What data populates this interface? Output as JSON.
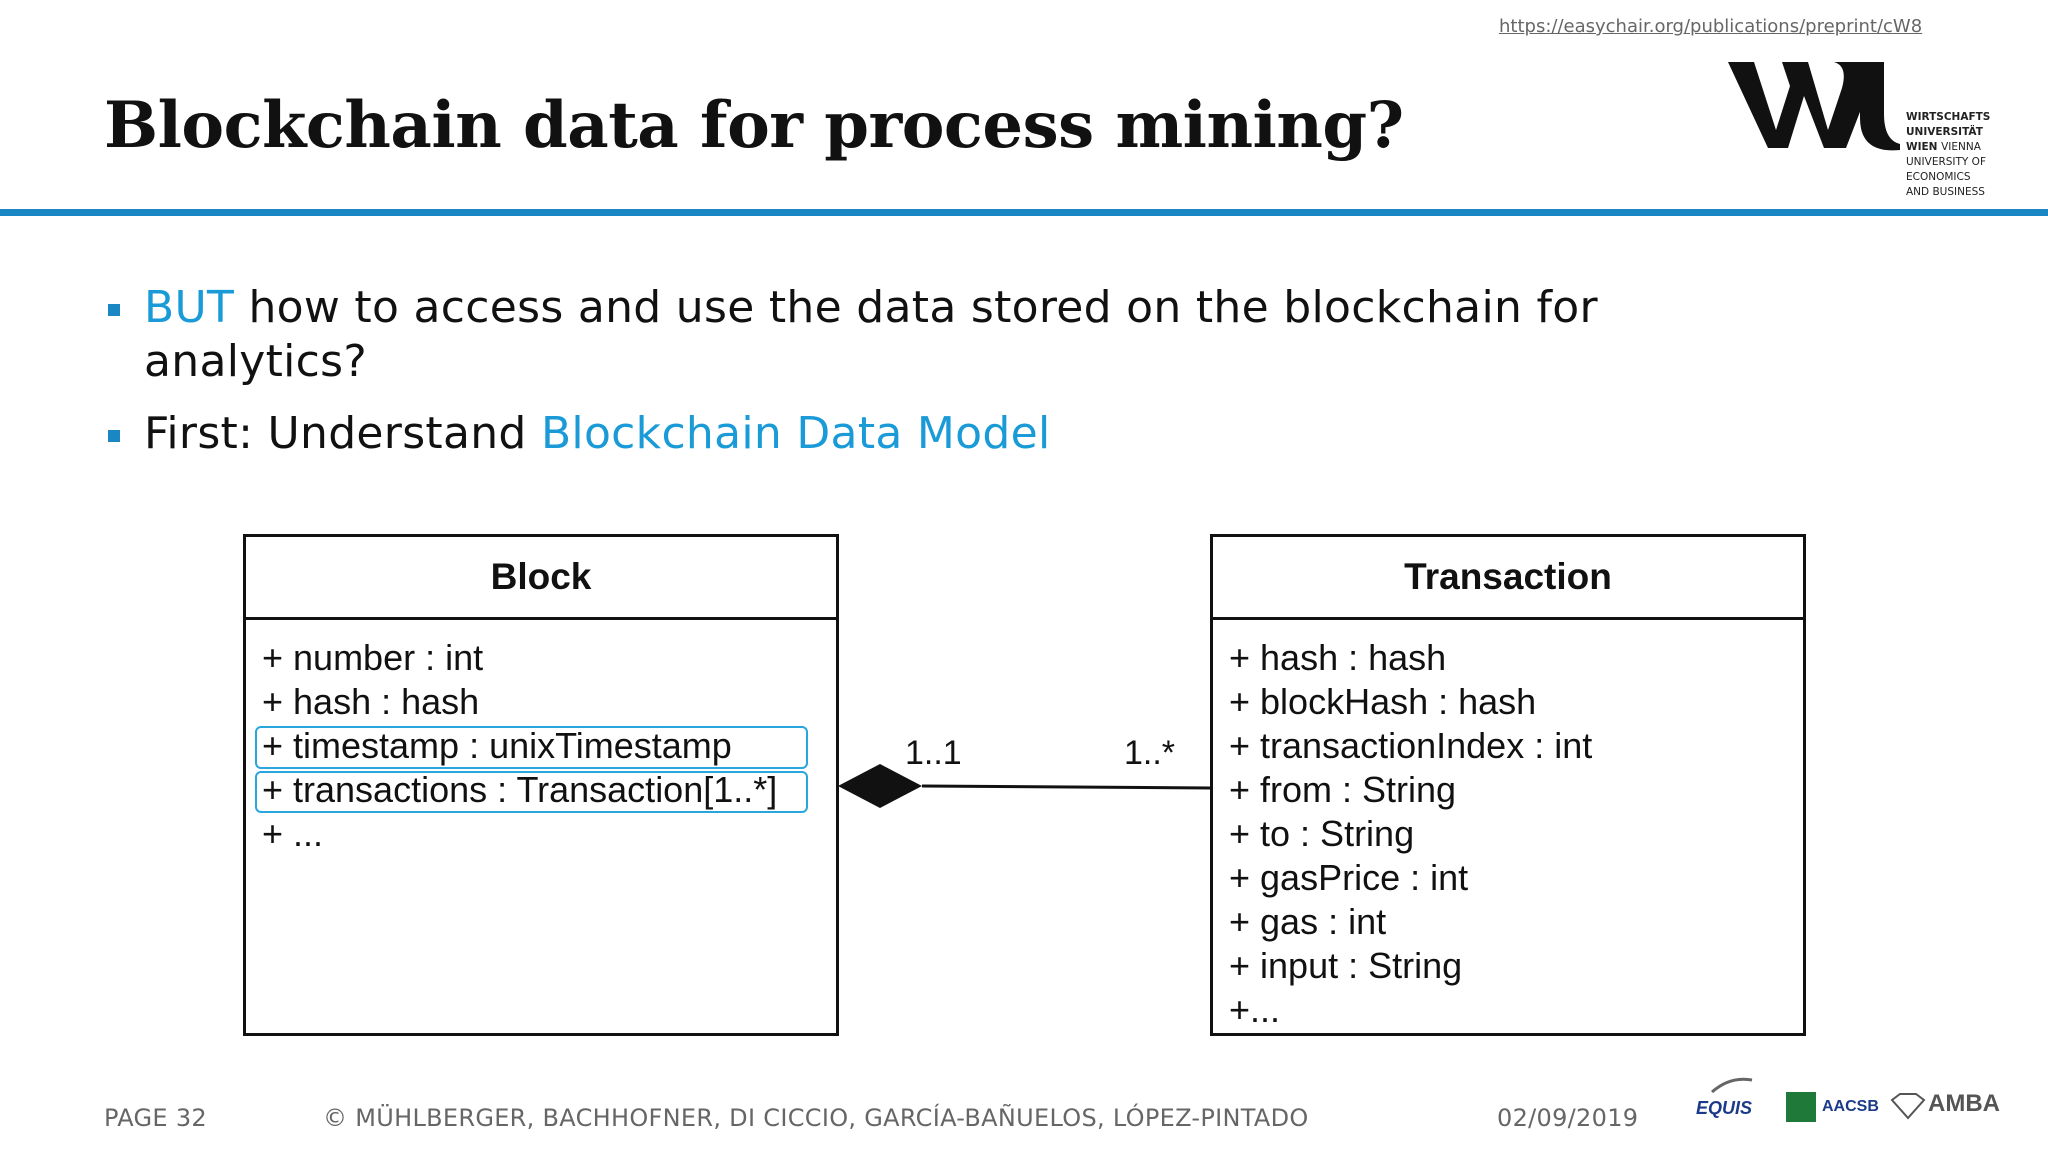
{
  "header": {
    "url": "https://easychair.org/publications/preprint/cW8",
    "title": "Blockchain data for process mining?",
    "logo": {
      "mark": "WU",
      "lines": [
        "WIRTSCHAFTS",
        "UNIVERSITÄT",
        "WIEN",
        "VIENNA",
        "UNIVERSITY OF",
        "ECONOMICS",
        "AND BUSINESS"
      ]
    }
  },
  "bullets": [
    {
      "accent": "BUT",
      "rest": " how to access and use the data stored on the blockchain for",
      "cont": "analytics?"
    },
    {
      "plain": "First: Understand ",
      "accent": "Blockchain Data Model"
    }
  ],
  "diagram": {
    "block": {
      "name": "Block",
      "attrs": [
        "+ number : int",
        "+ hash : hash",
        "+ timestamp : unixTimestamp",
        "+ transactions : Transaction[1..*]",
        "+ ..."
      ]
    },
    "transaction": {
      "name": "Transaction",
      "attrs": [
        "+ hash : hash",
        "+ blockHash : hash",
        "+ transactionIndex : int",
        "+ from : String",
        "+ to : String",
        "+ gasPrice : int",
        "+ gas : int",
        "+ input : String",
        "+..."
      ]
    },
    "mult_left": "1..1",
    "mult_right": "1..*"
  },
  "footer": {
    "page": "PAGE 32",
    "authors": "© MÜHLBERGER, BACHHOFNER, DI CICCIO, GARCÍA-BAÑUELOS, LÓPEZ-PINTADO",
    "date": "02/09/2019",
    "logos": [
      "EQUIS",
      "AACSB",
      "AMBA"
    ]
  },
  "colors": {
    "accent": "#1a9bd7",
    "rule": "#1a86c4",
    "highlight": "#2aa6de"
  }
}
